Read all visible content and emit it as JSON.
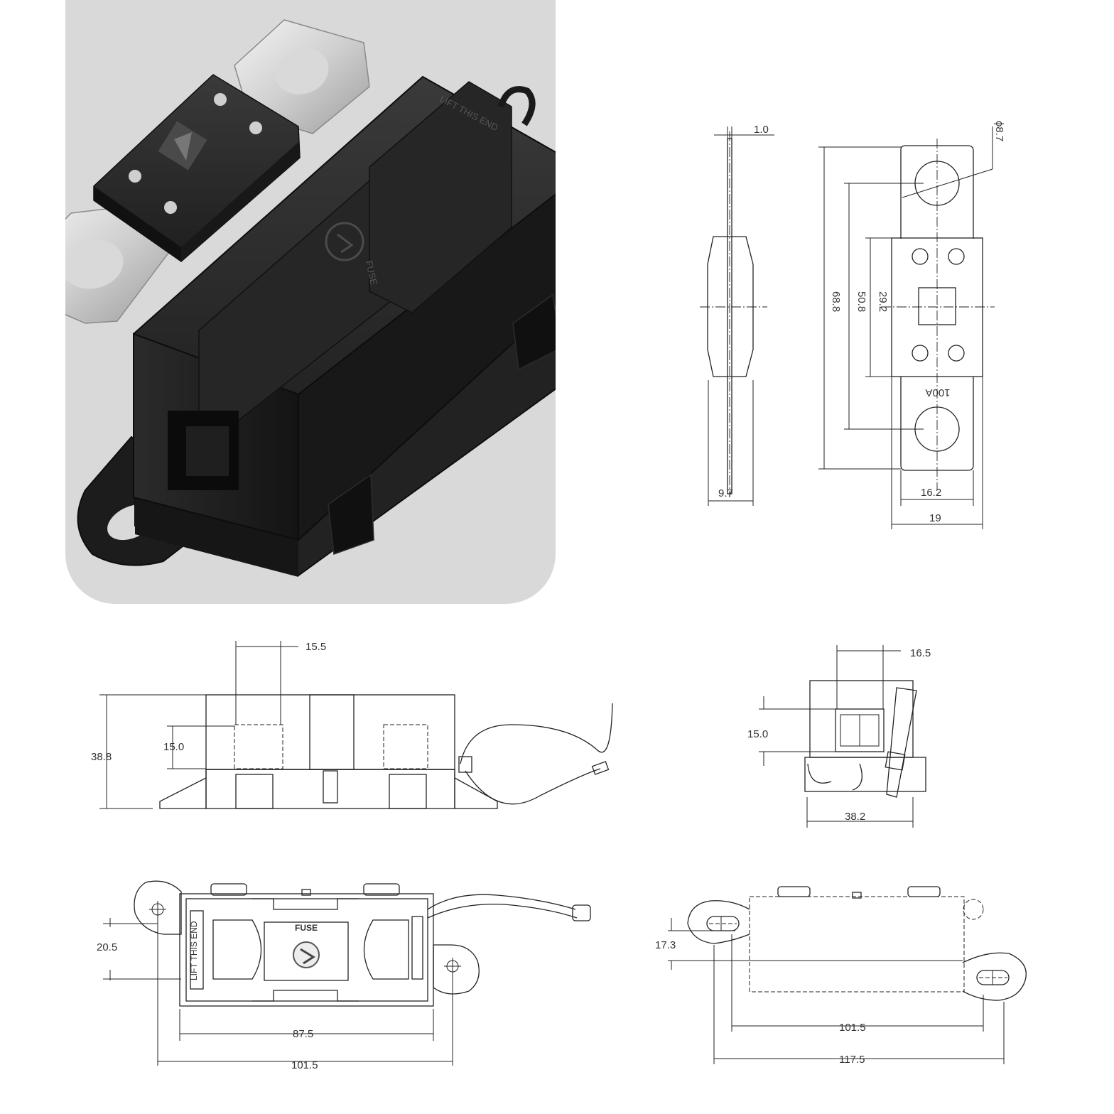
{
  "photo": {
    "lid_text": "LIFT THIS END",
    "brand_text": "FUSE"
  },
  "fuse_side_view": {
    "thickness_label": "1.0",
    "width_label": "9.7"
  },
  "fuse_front_view": {
    "hole_label": "ϕ8.7",
    "total_length_label": "68.8",
    "hole_spacing_label": "50.8",
    "body_length_label": "29.2",
    "rating_label": "100A",
    "terminal_width_label": "16.2",
    "body_width_label": "19"
  },
  "holder_front_view": {
    "window_width_label": "15.5",
    "height_label": "38.8",
    "window_height_label": "15.0"
  },
  "holder_end_view": {
    "window_width_label": "16.5",
    "window_height_label": "15.0",
    "width_label": "38.2"
  },
  "holder_top_view": {
    "lid_text": "LIFT THIS END",
    "brand_text": "FUSE",
    "offset_label": "20.5",
    "body_length_label": "87.5",
    "mount_spacing_label": "101.5"
  },
  "base_top_view": {
    "offset_label": "17.3",
    "mount_spacing_label": "101.5",
    "overall_length_label": "117.5"
  },
  "colors": {
    "photo_background": "#d9d9d9",
    "holder_black": "#1f1f1f",
    "terminal_silver": "#d6d6d6",
    "line": "#222222"
  }
}
